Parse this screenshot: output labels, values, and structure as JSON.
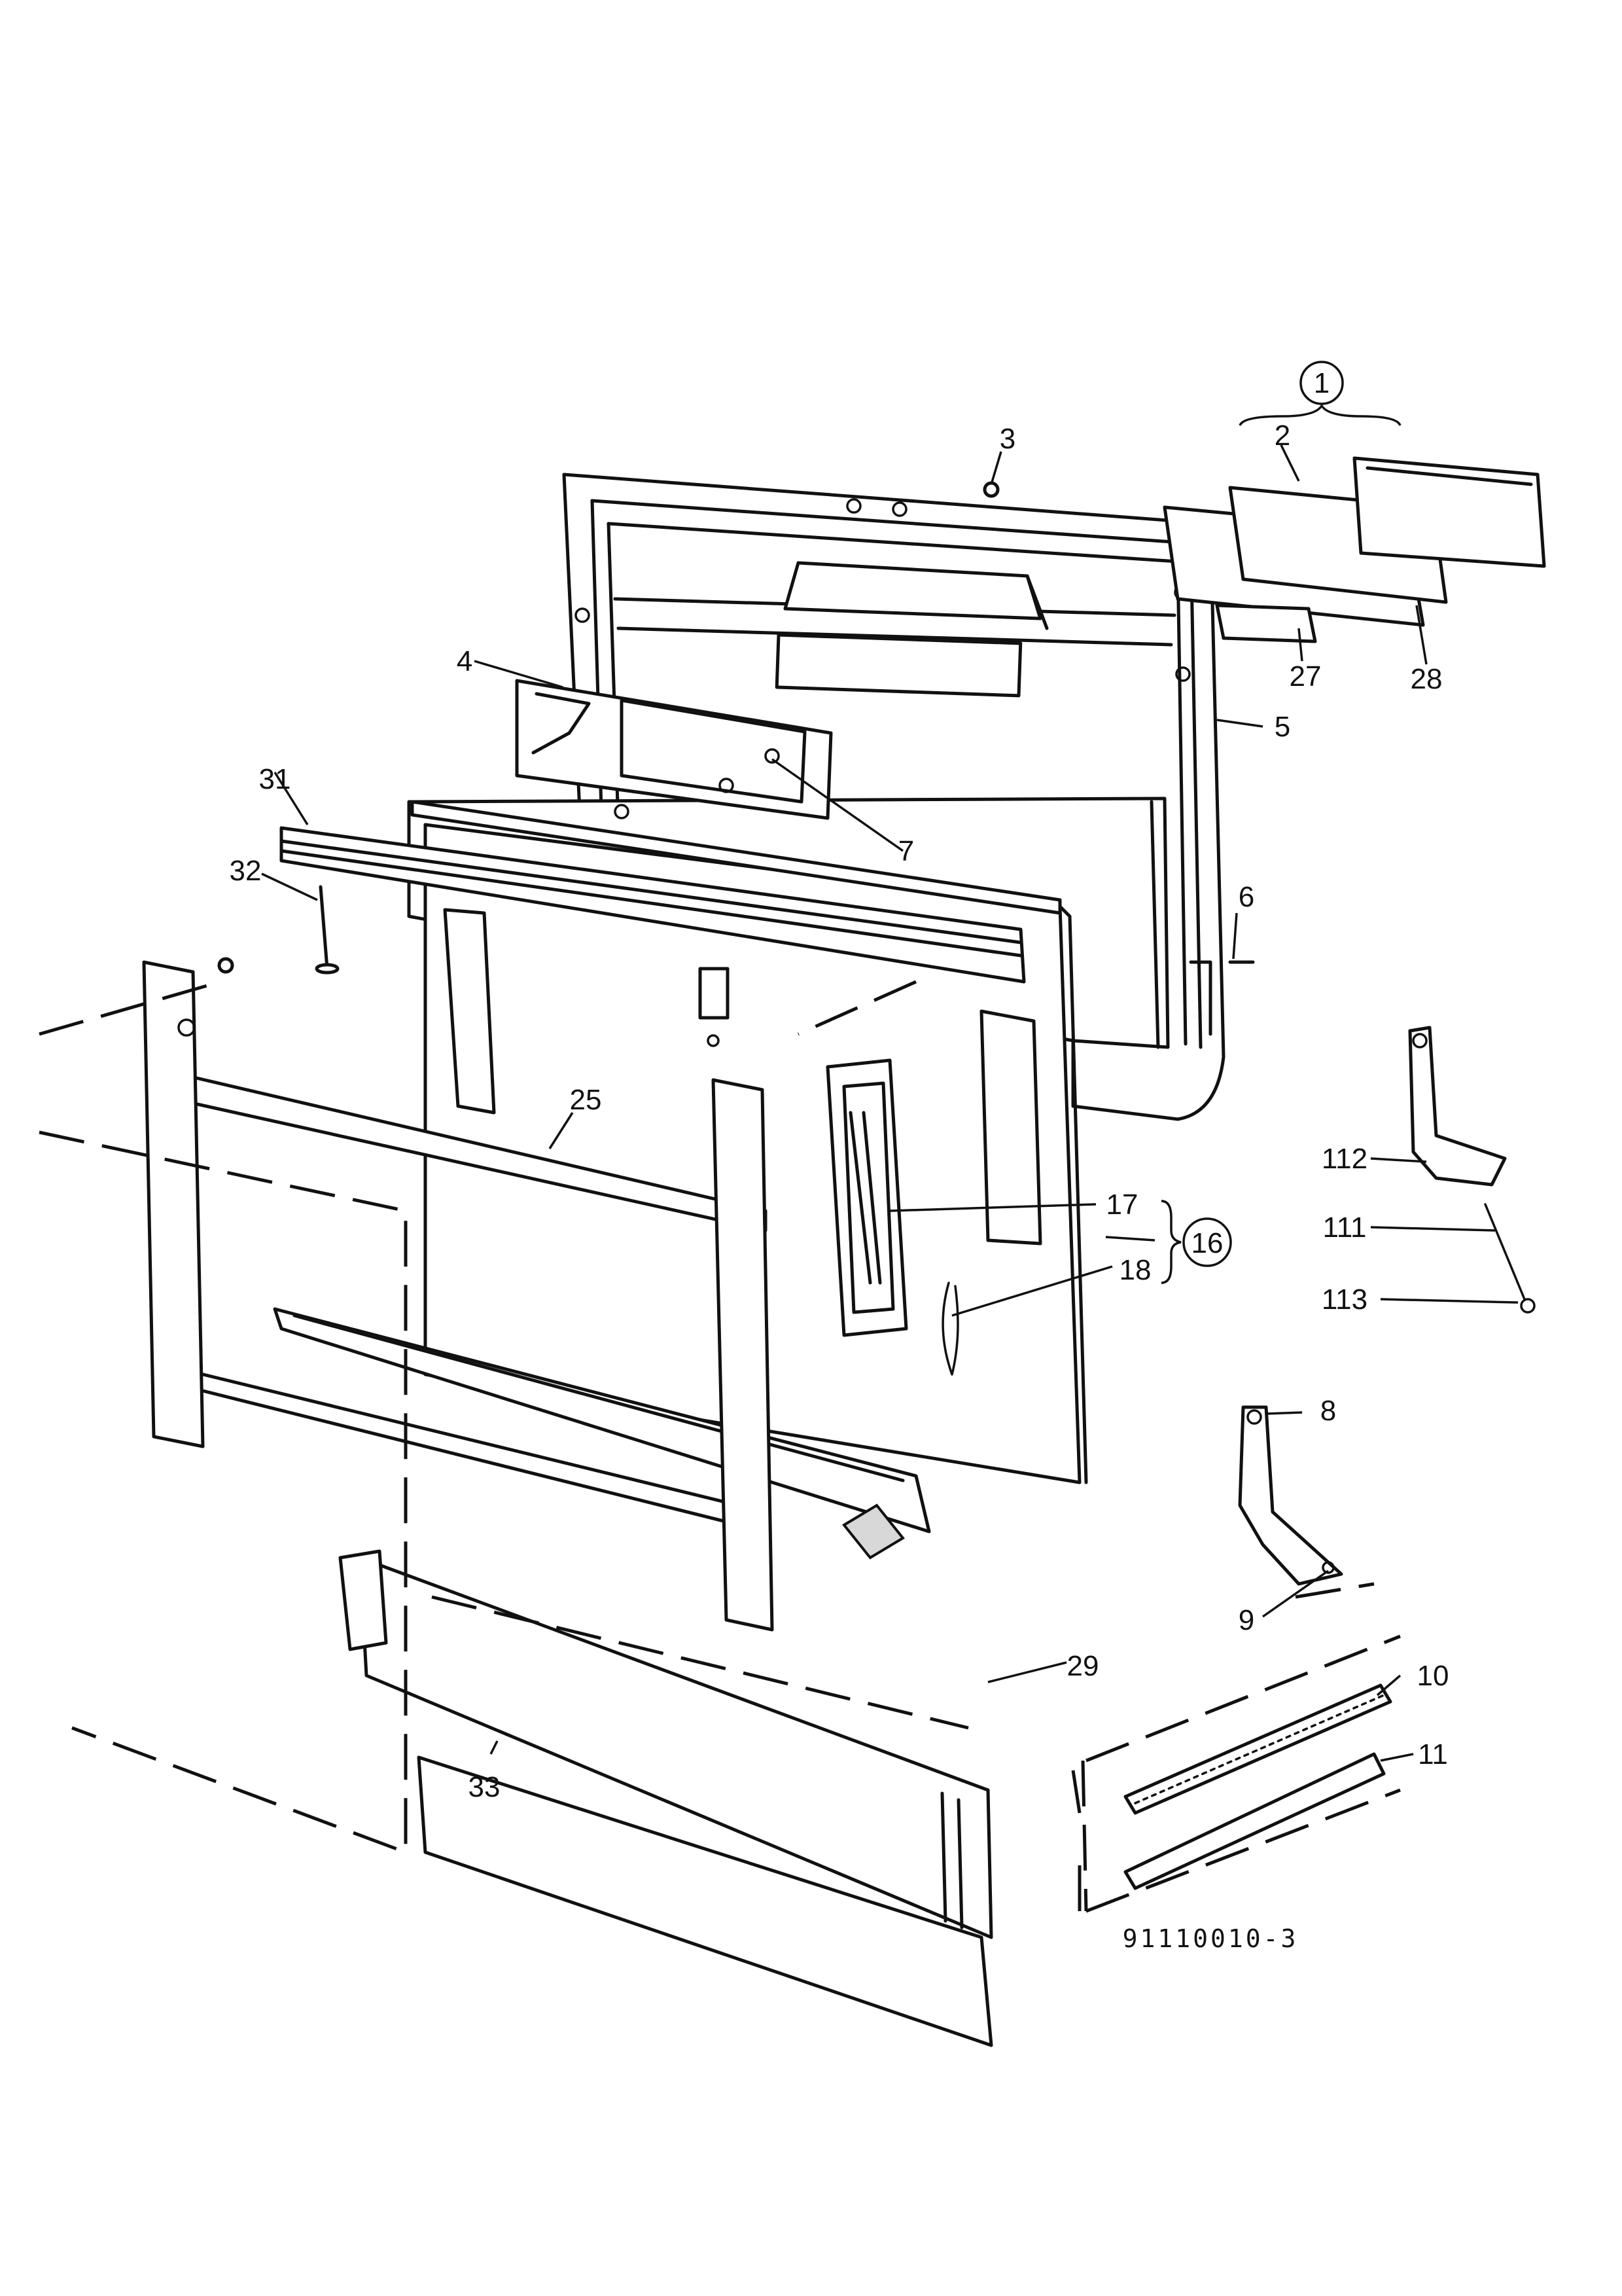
{
  "callouts": {
    "c1": "1",
    "c2": "2",
    "c3": "3",
    "c4": "4",
    "c5": "5",
    "c6": "6",
    "c7": "7",
    "c8": "8",
    "c9": "9",
    "c10": "10",
    "c11": "11",
    "c16": "16",
    "c17": "17",
    "c18": "18",
    "c25": "25",
    "c27": "27",
    "c28": "28",
    "c29": "29",
    "c31": "31",
    "c32": "32",
    "c33": "33",
    "c111": "111",
    "c112": "112",
    "c113": "113"
  },
  "drawing_code": "91110010-3"
}
